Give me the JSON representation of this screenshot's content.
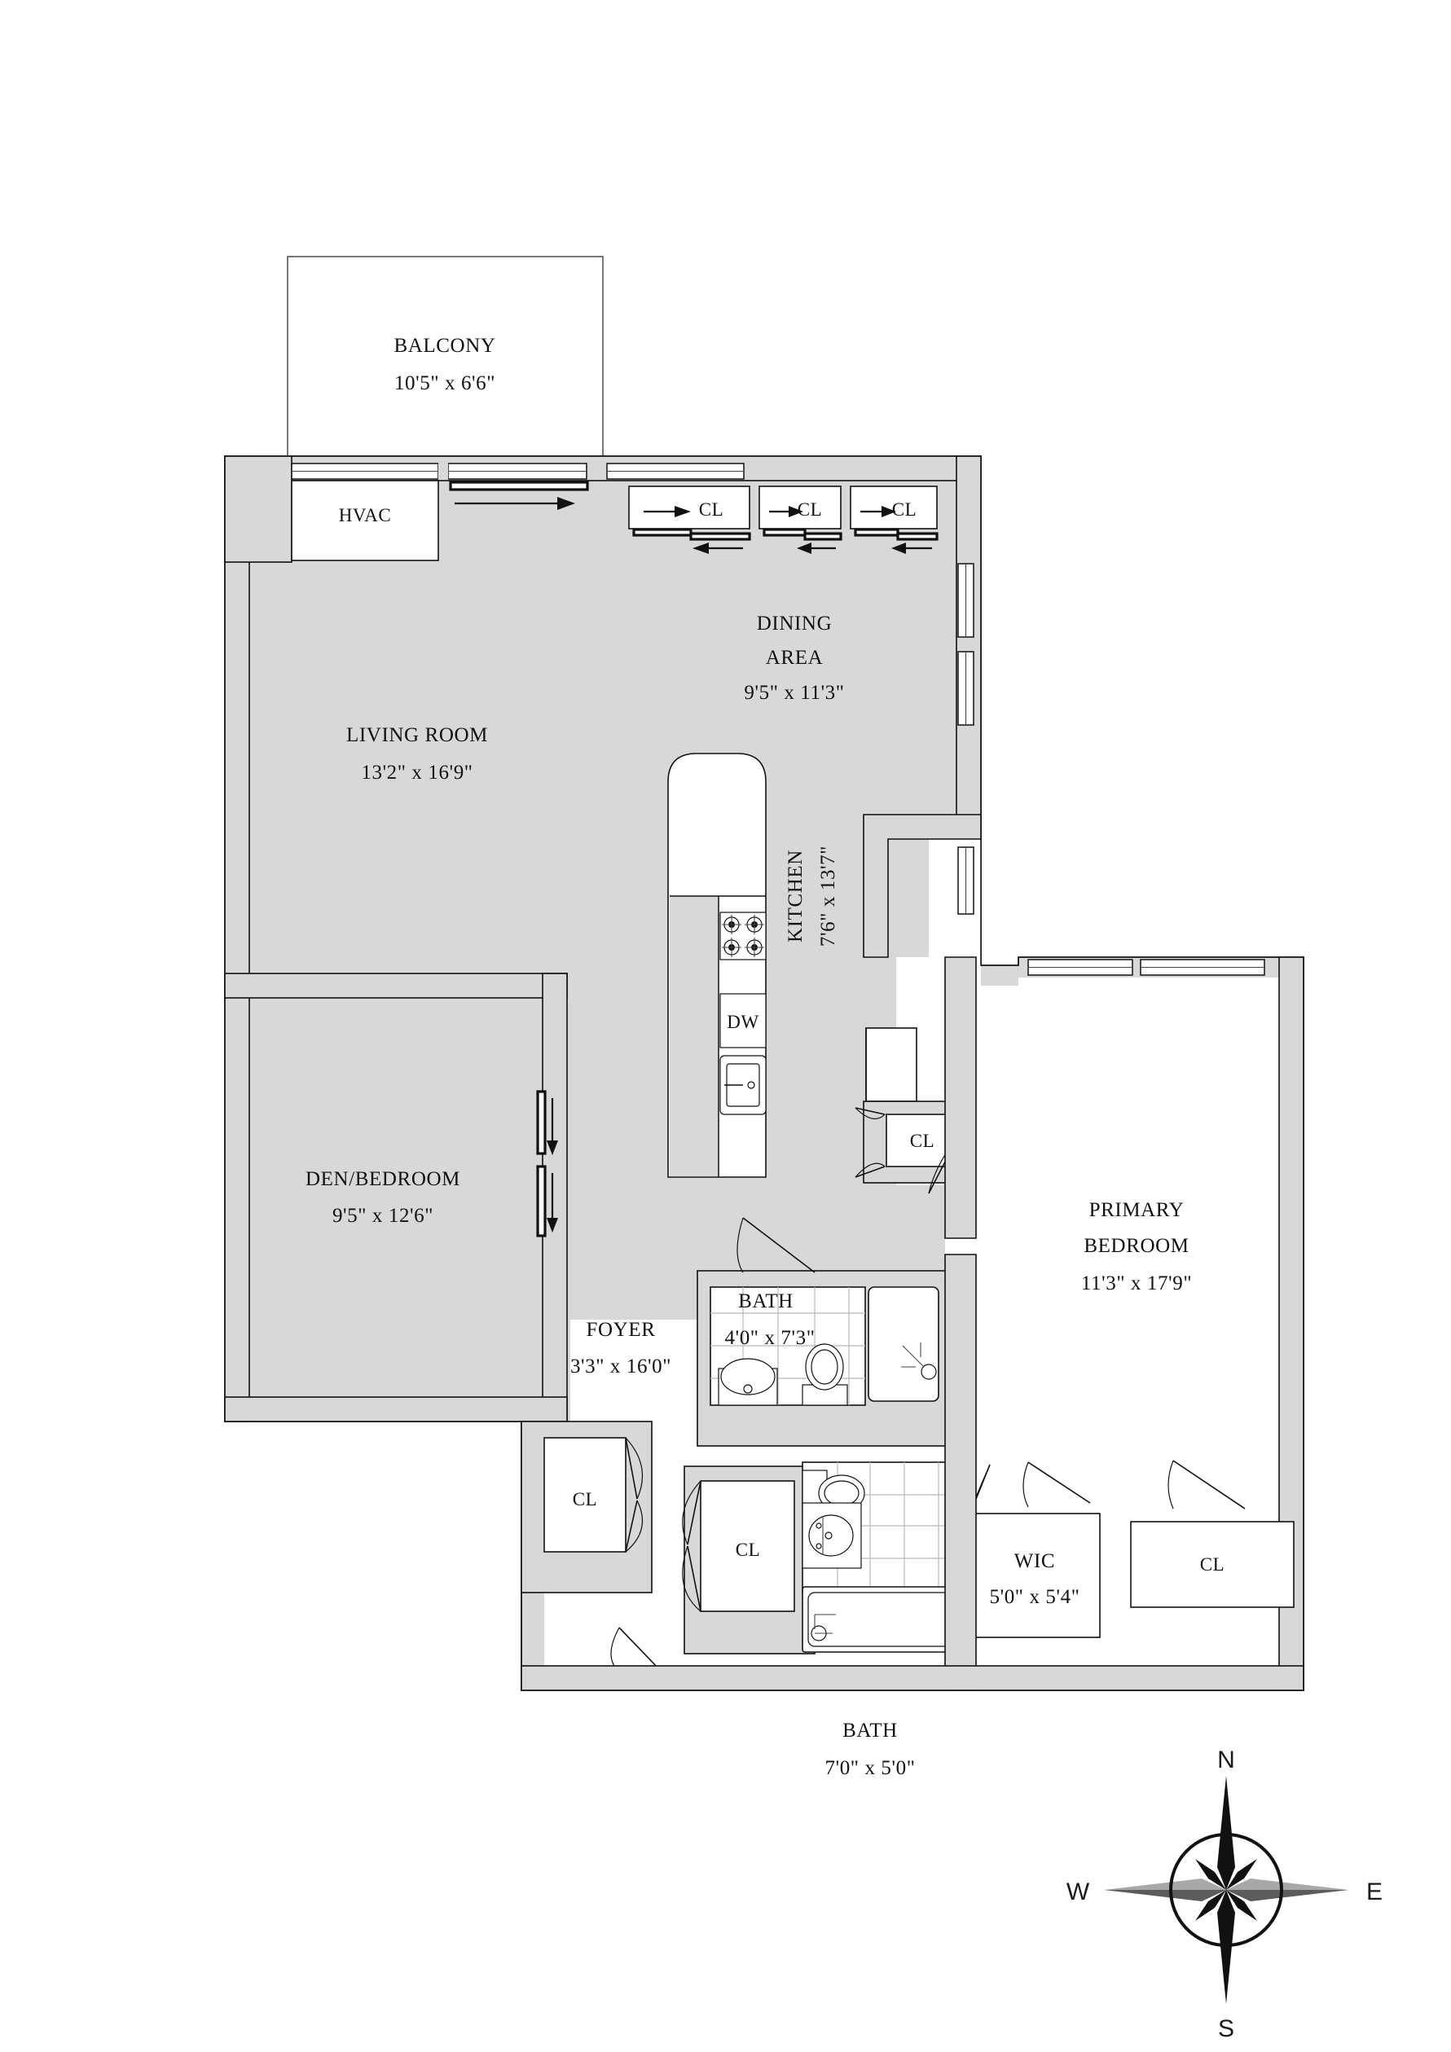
{
  "plan": {
    "title": "Residential Floor Plan",
    "rooms": [
      {
        "id": "balcony",
        "name": "BALCONY",
        "dim": "10'5\" x 6'6\""
      },
      {
        "id": "living-room",
        "name": "LIVING ROOM",
        "dim": "13'2\" x 16'9\""
      },
      {
        "id": "dining-area",
        "name1": "DINING",
        "name2": "AREA",
        "dim": "9'5\" x 11'3\""
      },
      {
        "id": "kitchen",
        "name": "KITCHEN",
        "dim": "7'6\" x 13'7\""
      },
      {
        "id": "den-bedroom",
        "name": "DEN/BEDROOM",
        "dim": "9'5\" x 12'6\""
      },
      {
        "id": "foyer",
        "name": "FOYER",
        "dim": "3'3\" x 16'0\""
      },
      {
        "id": "bath-primary",
        "name": "BATH",
        "dim": "4'0\" x 7'3\""
      },
      {
        "id": "bath-secondary",
        "name": "BATH",
        "dim": "7'0\" x 5'0\""
      },
      {
        "id": "primary-bedroom",
        "name1": "PRIMARY",
        "name2": "BEDROOM",
        "dim": "11'3\" x 17'9\""
      },
      {
        "id": "wic",
        "name": "WIC",
        "dim": "5'0\" x 5'4\""
      }
    ],
    "closets": [
      {
        "id": "cl-top-1",
        "label": "CL"
      },
      {
        "id": "cl-top-2",
        "label": "CL"
      },
      {
        "id": "cl-top-3",
        "label": "CL"
      },
      {
        "id": "cl-kitchen",
        "label": "CL"
      },
      {
        "id": "cl-foyer-1",
        "label": "CL"
      },
      {
        "id": "cl-foyer-2",
        "label": "CL"
      },
      {
        "id": "cl-bedroom",
        "label": "CL"
      }
    ],
    "utility": [
      {
        "id": "hvac",
        "label": "HVAC"
      }
    ],
    "appliances": [
      {
        "id": "dishwasher",
        "label": "DW"
      },
      {
        "id": "range",
        "label": ""
      },
      {
        "id": "sink",
        "label": ""
      }
    ],
    "compass": {
      "north": "N",
      "east": "E",
      "south": "S",
      "west": "W"
    },
    "colors": {
      "wall": "#d8d8d8",
      "outline": "#111111",
      "tile": "#b9b9b9",
      "background": "#ffffff"
    }
  }
}
